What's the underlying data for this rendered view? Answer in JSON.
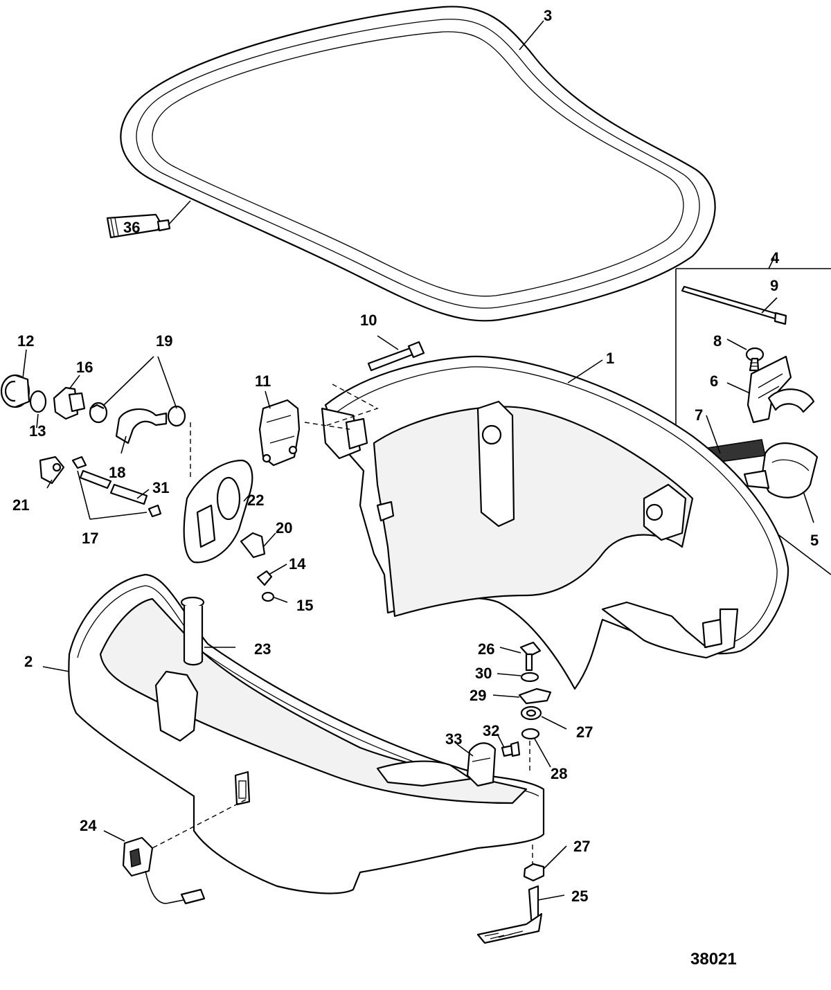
{
  "diagram": {
    "reference_number": "38021",
    "kit_bracket_label": "4",
    "sealant_tube_label": "36",
    "callouts": [
      {
        "id": "c1",
        "label": "1"
      },
      {
        "id": "c2",
        "label": "2"
      },
      {
        "id": "c3",
        "label": "3"
      },
      {
        "id": "c5",
        "label": "5"
      },
      {
        "id": "c6",
        "label": "6"
      },
      {
        "id": "c7",
        "label": "7"
      },
      {
        "id": "c8",
        "label": "8"
      },
      {
        "id": "c9",
        "label": "9"
      },
      {
        "id": "c10",
        "label": "10"
      },
      {
        "id": "c11",
        "label": "11"
      },
      {
        "id": "c12",
        "label": "12"
      },
      {
        "id": "c13",
        "label": "13"
      },
      {
        "id": "c14",
        "label": "14"
      },
      {
        "id": "c15",
        "label": "15"
      },
      {
        "id": "c16",
        "label": "16"
      },
      {
        "id": "c17",
        "label": "17"
      },
      {
        "id": "c18",
        "label": "18"
      },
      {
        "id": "c19",
        "label": "19"
      },
      {
        "id": "c20",
        "label": "20"
      },
      {
        "id": "c21",
        "label": "21"
      },
      {
        "id": "c22",
        "label": "22"
      },
      {
        "id": "c23",
        "label": "23"
      },
      {
        "id": "c24",
        "label": "24"
      },
      {
        "id": "c25",
        "label": "25"
      },
      {
        "id": "c26",
        "label": "26"
      },
      {
        "id": "c27a",
        "label": "27"
      },
      {
        "id": "c27b",
        "label": "27"
      },
      {
        "id": "c28",
        "label": "28"
      },
      {
        "id": "c29",
        "label": "29"
      },
      {
        "id": "c30",
        "label": "30"
      },
      {
        "id": "c31",
        "label": "31"
      },
      {
        "id": "c32",
        "label": "32"
      },
      {
        "id": "c33",
        "label": "33"
      }
    ]
  }
}
